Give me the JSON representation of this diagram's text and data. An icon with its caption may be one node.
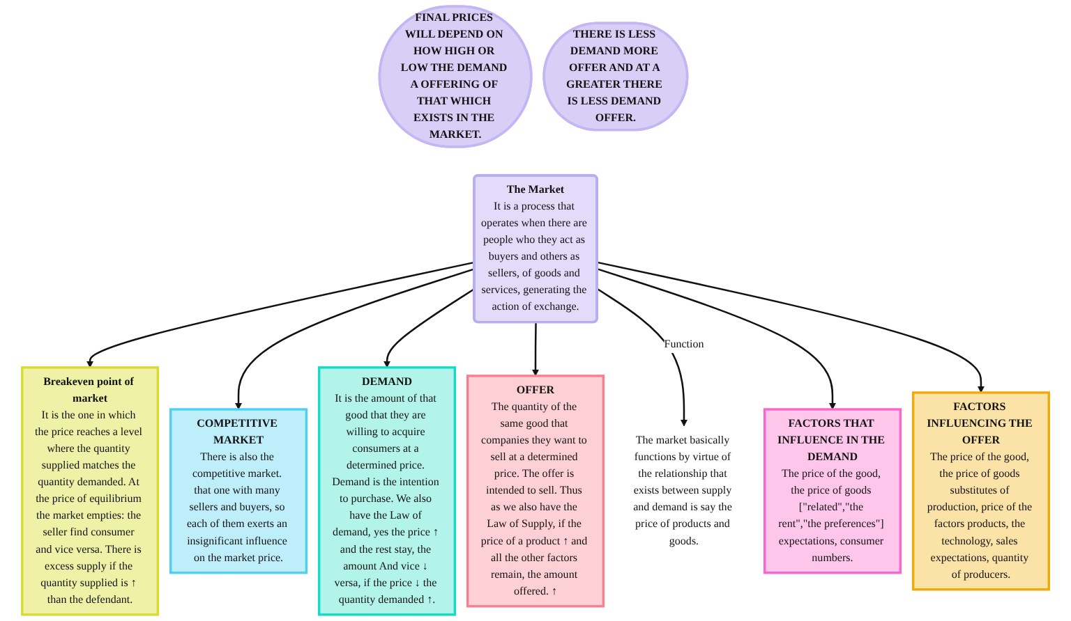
{
  "diagram": {
    "nodes": [
      {
        "text": [
          "FINAL PRICES WILL DEPEND ON HOW HIGH OR LOW THE DEMAND A OFFERING OF THAT WHICH EXISTS IN THE MARKET."
        ]
      },
      {
        "text": [
          "Breakeven point of market",
          "It is the one in which the price reaches a level where the quantity supplied matches the quantity demanded. At the price of equilibrium the market empties: the seller find consumer and vice versa. There is excess supply if the quantity supplied is ↑ than the defendant."
        ]
      },
      {
        "text": [
          "COMPETITIVE MARKET",
          "There is also the competitive market. that one with many sellers and buyers, so each of them exerts an insignificant influence on the market price."
        ]
      },
      {
        "text": [
          "The Market",
          "It is a process that operates when there are people who they act as buyers and others as sellers, of goods and services, generating the action of exchange."
        ]
      },
      {
        "text": [
          "DEMAND",
          "It is the amount of that good that they are willing to acquire consumers at a determined price. Demand is the intention to purchase. We also have the Law of demand, yes the price ↑ and the rest stay, the amount And vice ↓ versa, if the price ↓ the quantity demanded ↑."
        ]
      },
      {
        "text": [
          "OFFER",
          "The quantity of the same good that companies they want to sell at a determined price. The offer is intended to sell. Thus as we also have the Law of Supply, if the price of a product ↑ and all the other factors remain, the amount offered. ↑"
        ]
      },
      {
        "text": [
          "The market basically functions by virtue of the relationship that exists between supply and demand is say the price of products and goods."
        ]
      },
      {
        "text": [
          "FACTORS THAT INFLUENCE IN THE DEMAND",
          "The price of the good, the price of goods [\"related\",\"the rent\",\"the preferences\"] expectations, consumer numbers."
        ]
      },
      {
        "text": [
          "FACTORS INFLUENCING THE OFFER",
          "The price of the good, the price of goods substitutes of production, price of the factors products, the technology, sales expectations, quantity of producers."
        ]
      },
      {
        "text": [
          "THERE IS LESS DEMAND MORE OFFER AND AT A GREATER THERE IS LESS DEMAND OFFER."
        ]
      }
    ],
    "edges": [
      {
        "from": 3,
        "to": 1,
        "arrow": "to"
      },
      {
        "from": 3,
        "to": 2,
        "arrow": "to"
      },
      {
        "from": 3,
        "to": 4,
        "arrow": "to"
      },
      {
        "from": 3,
        "to": 5,
        "arrow": "to"
      },
      {
        "from": 3,
        "to": 6,
        "arrow": "to",
        "label": "Function"
      },
      {
        "from": 3,
        "to": 7,
        "arrow": "to"
      },
      {
        "from": 3,
        "to": 8,
        "arrow": "to"
      }
    ]
  }
}
